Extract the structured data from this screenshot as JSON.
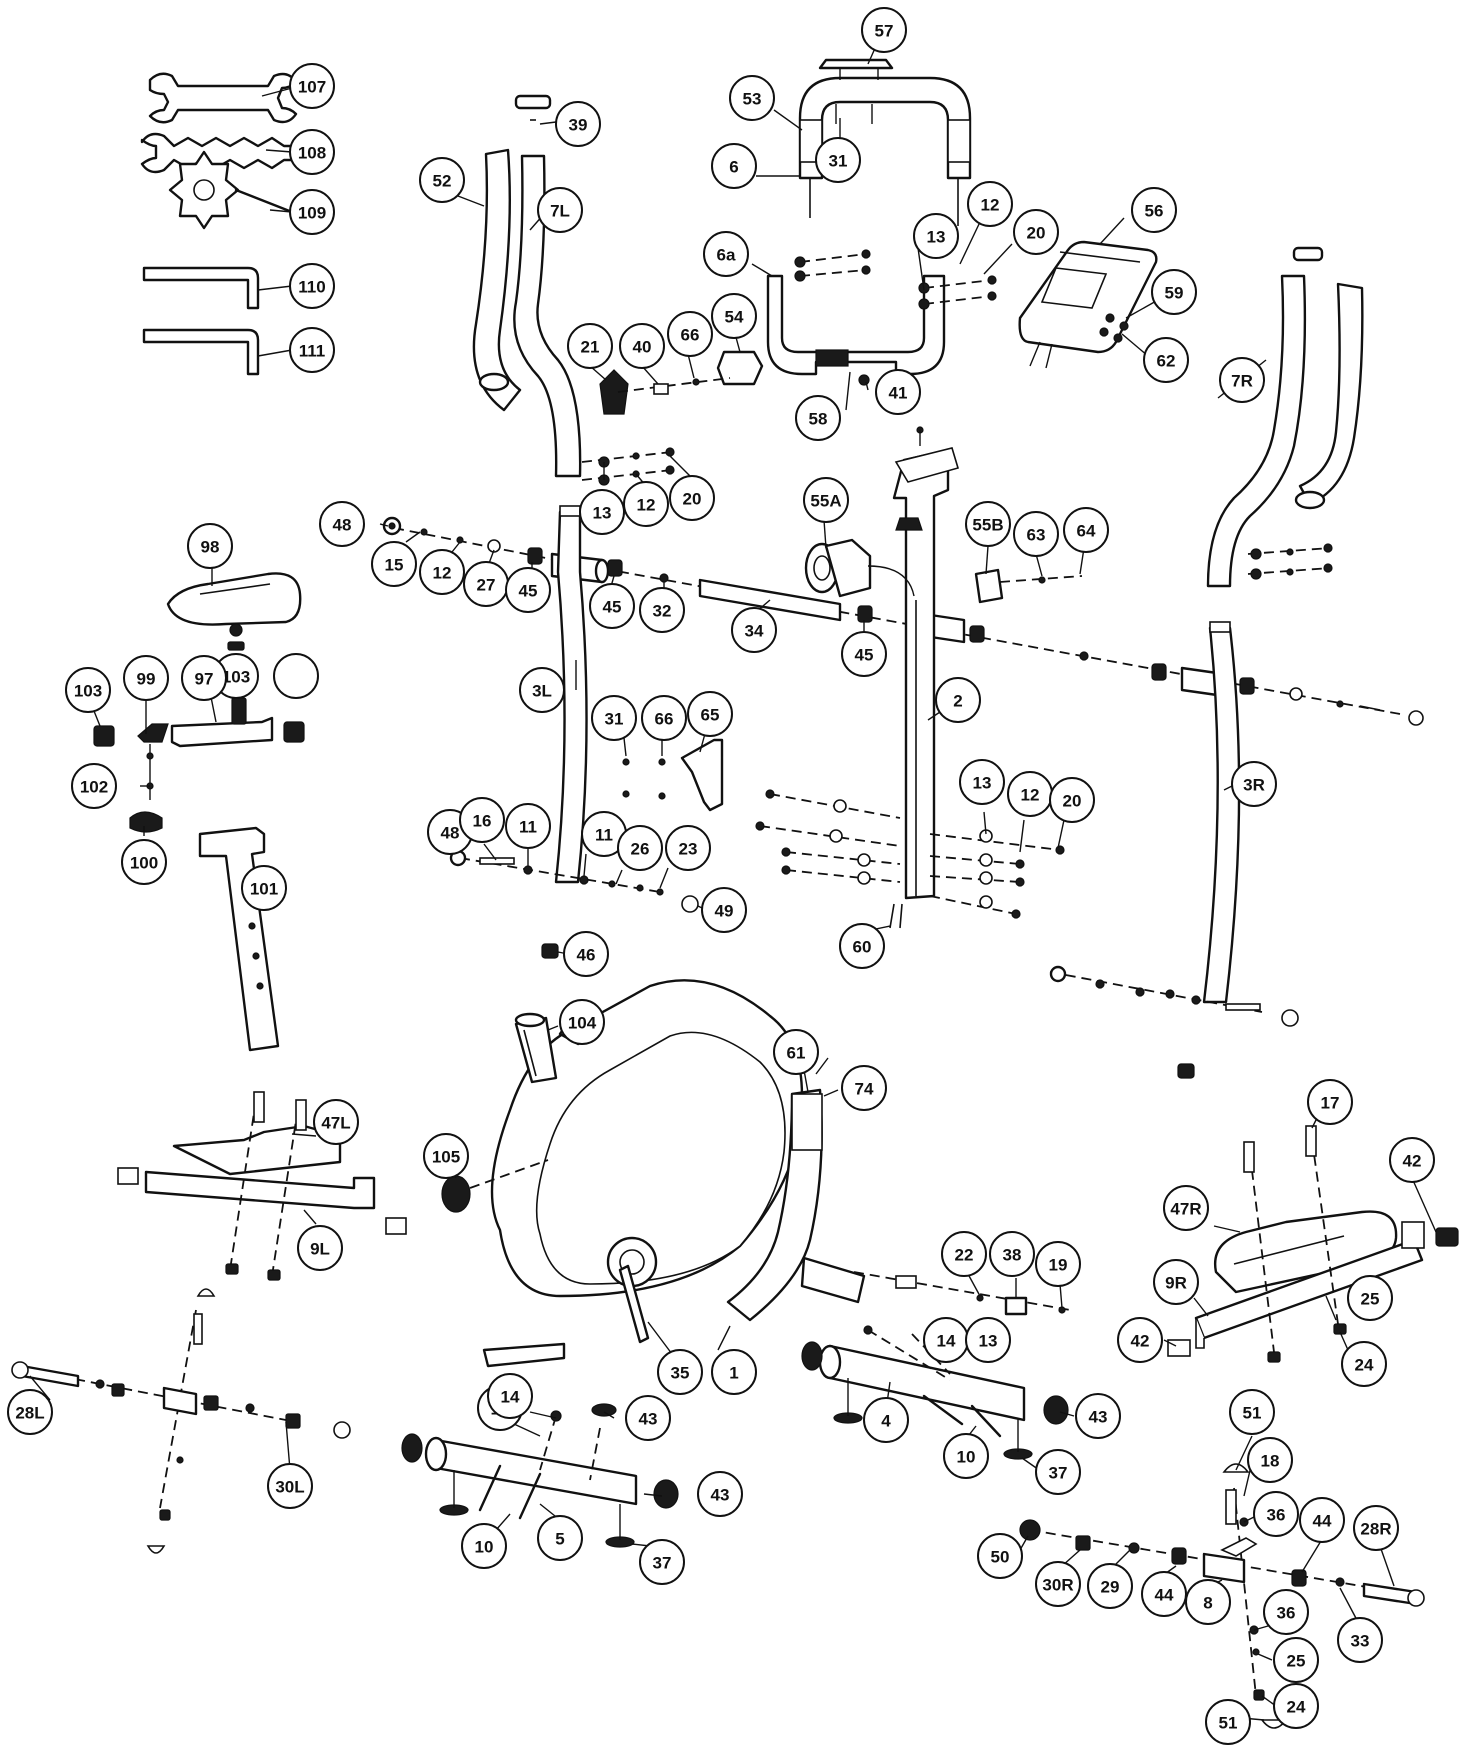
{
  "colors": {
    "line": "#111111",
    "background": "#ffffff",
    "fill_dark": "#1a1a1a"
  },
  "callouts": [
    {
      "label": "107"
    },
    {
      "label": "108"
    },
    {
      "label": "109"
    },
    {
      "label": "110"
    },
    {
      "label": "111"
    },
    {
      "label": "57"
    },
    {
      "label": "53"
    },
    {
      "label": "31"
    },
    {
      "label": "6"
    },
    {
      "label": "39"
    },
    {
      "label": "52"
    },
    {
      "label": "7L"
    },
    {
      "label": "12"
    },
    {
      "label": "20"
    },
    {
      "label": "56"
    },
    {
      "label": "13"
    },
    {
      "label": "6a"
    },
    {
      "label": "59"
    },
    {
      "label": "62"
    },
    {
      "label": "21"
    },
    {
      "label": "40"
    },
    {
      "label": "66"
    },
    {
      "label": "54"
    },
    {
      "label": "41"
    },
    {
      "label": "58"
    },
    {
      "label": "7R"
    },
    {
      "label": "13"
    },
    {
      "label": "12"
    },
    {
      "label": "20"
    },
    {
      "label": "55A"
    },
    {
      "label": "55B"
    },
    {
      "label": "63"
    },
    {
      "label": "64"
    },
    {
      "label": "48"
    },
    {
      "label": "15"
    },
    {
      "label": "12"
    },
    {
      "label": "27"
    },
    {
      "label": "45"
    },
    {
      "label": "45"
    },
    {
      "label": "32"
    },
    {
      "label": "34"
    },
    {
      "label": "45"
    },
    {
      "label": "98"
    },
    {
      "label": "103"
    },
    {
      "label": "99"
    },
    {
      "label": "97"
    },
    {
      "label": "103"
    },
    {
      "label": ""
    },
    {
      "label": "3L"
    },
    {
      "label": "31"
    },
    {
      "label": "66"
    },
    {
      "label": "65"
    },
    {
      "label": "2"
    },
    {
      "label": "102"
    },
    {
      "label": "3R"
    },
    {
      "label": "13"
    },
    {
      "label": "12"
    },
    {
      "label": "20"
    },
    {
      "label": "100"
    },
    {
      "label": "48"
    },
    {
      "label": "16"
    },
    {
      "label": "11"
    },
    {
      "label": "11"
    },
    {
      "label": "26"
    },
    {
      "label": "23"
    },
    {
      "label": "101"
    },
    {
      "label": "49"
    },
    {
      "label": "46"
    },
    {
      "label": "60"
    },
    {
      "label": "104"
    },
    {
      "label": "61"
    },
    {
      "label": "74"
    },
    {
      "label": "47L"
    },
    {
      "label": "17"
    },
    {
      "label": "105"
    },
    {
      "label": "42"
    },
    {
      "label": "9L"
    },
    {
      "label": "47R"
    },
    {
      "label": "22"
    },
    {
      "label": "38"
    },
    {
      "label": "19"
    },
    {
      "label": "9R"
    },
    {
      "label": "25"
    },
    {
      "label": "14"
    },
    {
      "label": "13"
    },
    {
      "label": "42"
    },
    {
      "label": "24"
    },
    {
      "label": "35"
    },
    {
      "label": "1"
    },
    {
      "label": "28L"
    },
    {
      "label": "13"
    },
    {
      "label": "14"
    },
    {
      "label": "43"
    },
    {
      "label": "4"
    },
    {
      "label": "43"
    },
    {
      "label": "30L"
    },
    {
      "label": "51"
    },
    {
      "label": "10"
    },
    {
      "label": "37"
    },
    {
      "label": "43"
    },
    {
      "label": "18"
    },
    {
      "label": "36"
    },
    {
      "label": "10"
    },
    {
      "label": "5"
    },
    {
      "label": "50"
    },
    {
      "label": "30R"
    },
    {
      "label": "29"
    },
    {
      "label": "44"
    },
    {
      "label": "44"
    },
    {
      "label": "28R"
    },
    {
      "label": "8"
    },
    {
      "label": "37"
    },
    {
      "label": "36"
    },
    {
      "label": "33"
    },
    {
      "label": "25"
    },
    {
      "label": "24"
    },
    {
      "label": "51"
    }
  ]
}
